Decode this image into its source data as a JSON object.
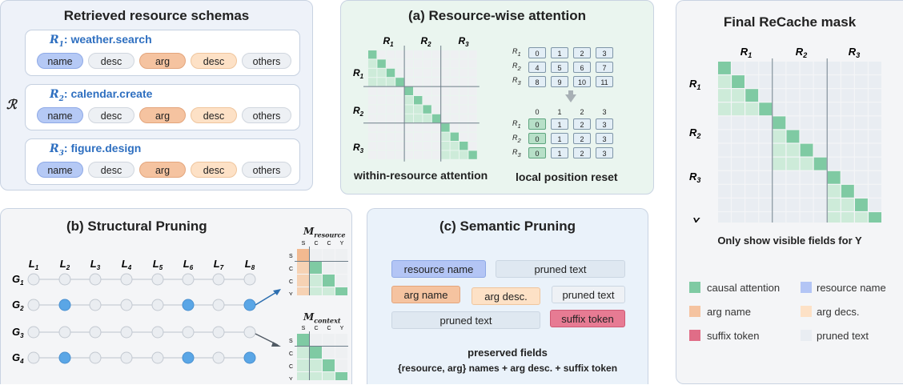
{
  "schemas": {
    "title": "Retrieved resource schemas",
    "set_symbol": "ℛ",
    "items": [
      {
        "label": "R",
        "sub": "1",
        "name": ": weather.search"
      },
      {
        "label": "R",
        "sub": "2",
        "name": ": calendar.create"
      },
      {
        "label": "R",
        "sub": "3",
        "name": ": figure.design"
      }
    ],
    "fields": [
      "name",
      "desc",
      "arg",
      "desc",
      "others"
    ]
  },
  "resource_attention": {
    "title": "(a) Resource-wise attention",
    "caption_left": "within-resource attention",
    "caption_right": "local position reset",
    "col_labels": [
      "R1",
      "R2",
      "R3"
    ],
    "row_labels": [
      "R1",
      "R2",
      "R3"
    ],
    "global_positions": [
      [
        "0",
        "1",
        "2",
        "3"
      ],
      [
        "4",
        "5",
        "6",
        "7"
      ],
      [
        "8",
        "9",
        "10",
        "11"
      ]
    ],
    "local_header": [
      "0",
      "1",
      "2",
      "3"
    ],
    "local_positions": [
      [
        "0",
        "1",
        "2",
        "3"
      ],
      [
        "0",
        "1",
        "2",
        "3"
      ],
      [
        "0",
        "1",
        "2",
        "3"
      ]
    ]
  },
  "final_mask": {
    "title": "Final ReCache mask",
    "caption": "Only show visible fields for Y",
    "col_labels": [
      "R1",
      "R2",
      "R3"
    ],
    "row_labels": [
      "R1",
      "R2",
      "R3"
    ],
    "y_label": "Y",
    "legend": [
      {
        "label": "causal attention",
        "color": "#7fcaa3"
      },
      {
        "label": "resource name",
        "color": "#b3c5f5"
      },
      {
        "label": "arg name",
        "color": "#f5c3a0"
      },
      {
        "label": "arg decs.",
        "color": "#fde1c6"
      },
      {
        "label": "suffix token",
        "color": "#e06d87"
      },
      {
        "label": "pruned text",
        "color": "#e9edf2"
      }
    ]
  },
  "structural": {
    "title": "(b) Structural Pruning",
    "layers": [
      "L1",
      "L2",
      "L3",
      "L4",
      "L5",
      "L6",
      "L7",
      "L8"
    ],
    "groups": [
      "G1",
      "G2",
      "G3",
      "G4"
    ],
    "m_resource_label": "M",
    "m_resource_sub": "resource",
    "m_context_label": "M",
    "m_context_sub": "context",
    "mini_cols": [
      "S",
      "C",
      "C",
      "Y"
    ],
    "mini_rows": [
      "S",
      "C",
      "C",
      "Y"
    ]
  },
  "semantic": {
    "title": "(c) Semantic Pruning",
    "tokens": {
      "resource_name": "resource name",
      "pruned_1": "pruned text",
      "arg_name": "arg name",
      "arg_desc": "arg desc.",
      "pruned_2": "pruned text",
      "pruned_3": "pruned text",
      "suffix": "suffix token"
    },
    "preserved_title": "preserved fields",
    "preserved_text": "{resource, arg} names + arg desc. + suffix token"
  }
}
